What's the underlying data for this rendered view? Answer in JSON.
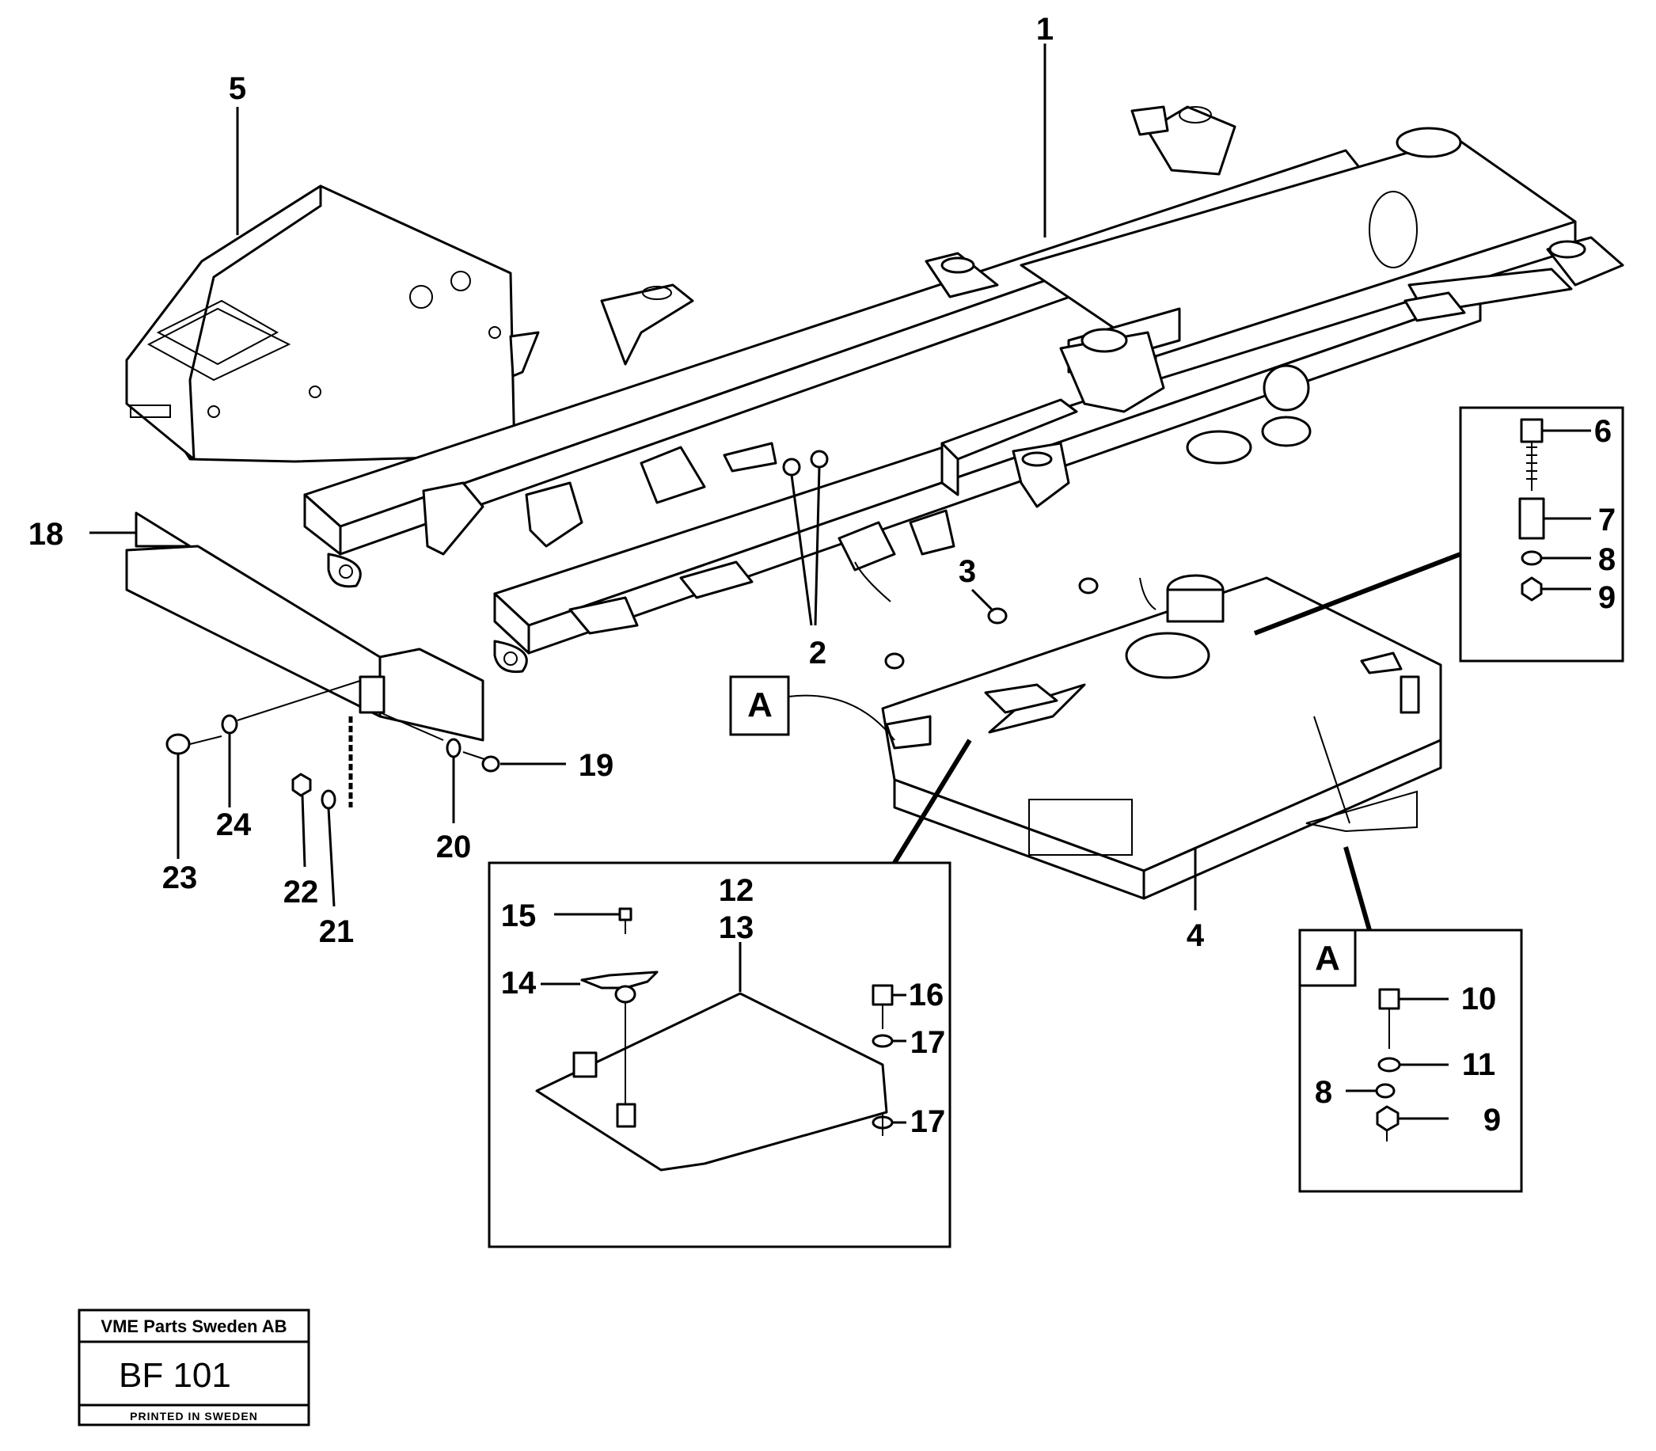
{
  "callouts": {
    "c1": "1",
    "c2": "2",
    "c3": "3",
    "c4": "4",
    "c5": "5",
    "c6": "6",
    "c7": "7",
    "c8a": "8",
    "c9a": "9",
    "c10": "10",
    "c11": "11",
    "c8b": "8",
    "c9b": "9",
    "c12": "12",
    "c13": "13",
    "c14": "14",
    "c15": "15",
    "c16": "16",
    "c17a": "17",
    "c17b": "17",
    "c18": "18",
    "c19": "19",
    "c20": "20",
    "c21": "21",
    "c22": "22",
    "c23": "23",
    "c24": "24"
  },
  "detail_tags": {
    "left": "A",
    "right": "A"
  },
  "stamp": {
    "company": "VME Parts Sweden AB",
    "code": "BF 101",
    "printed": "PRINTED IN SWEDEN"
  }
}
